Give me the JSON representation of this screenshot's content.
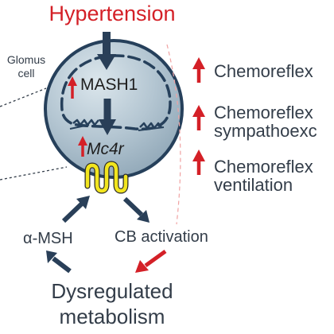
{
  "title": "Hypertension",
  "glomus_label": "Glomus cell",
  "cell": {
    "gene_1": "MASH1",
    "gene_2": "Mc4r"
  },
  "effects": [
    "Chemoreflex",
    "Chemoreflex sympathoexc",
    "Chemoreflex ventilation"
  ],
  "loop": {
    "alpha_msh": "α-MSH",
    "cb_activation": "CB activation",
    "outcome": "Dysregulated metabolism"
  },
  "colors": {
    "red": "#d42027",
    "navy": "#293f58",
    "cell_fill": "#b4c6d2",
    "receptor": "#f2e51e",
    "text": "#333d49"
  }
}
